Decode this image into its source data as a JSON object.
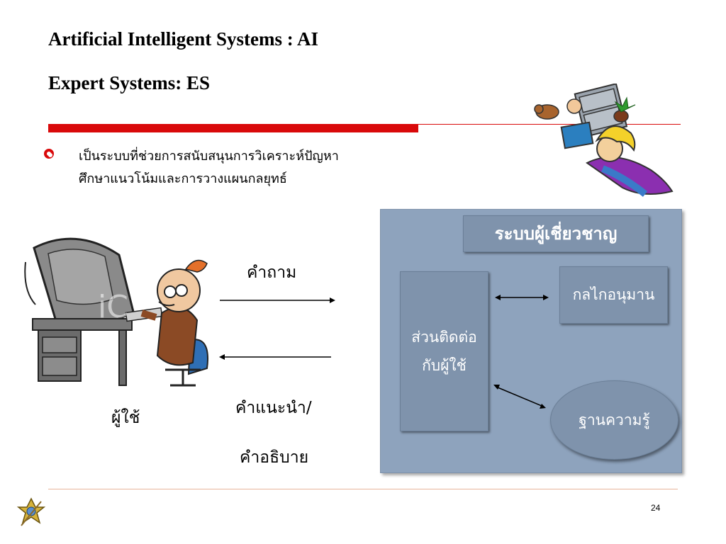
{
  "title": {
    "line1": "Artificial Intelligent Systems : AI",
    "line2": "Expert Systems: ES"
  },
  "bullet": {
    "line1": "เป็นระบบที่ช่วยการสนับสนุนการวิเคราะห์ปัญหา",
    "line2": "ศึกษาแนวโน้มและการวางแผนกลยุทธ์"
  },
  "diagram": {
    "question_label": "คำถาม",
    "advice_label_1": "คำแนะนำ/",
    "advice_label_2": "คำอธิบาย",
    "user_label": "ผู้ใช้",
    "expert_system_title": "ระบบผู้เชี่ยวชาญ",
    "user_interface_line1": "ส่วนติดต่อ",
    "user_interface_line2": "กับผู้ใช้",
    "inference_engine": "กลไกอนุมาน",
    "knowledge_base": "ฐานความรู้"
  },
  "images": {
    "user_clipart": "person-at-computer-clipart",
    "superhero_clipart": "superhero-flying-office-clipart",
    "logo": "ornament-logo"
  },
  "colors": {
    "accent_red": "#d9090a",
    "panel_blue": "#8ea3bd",
    "box_blue": "#7f93ac"
  },
  "page_number": "24"
}
